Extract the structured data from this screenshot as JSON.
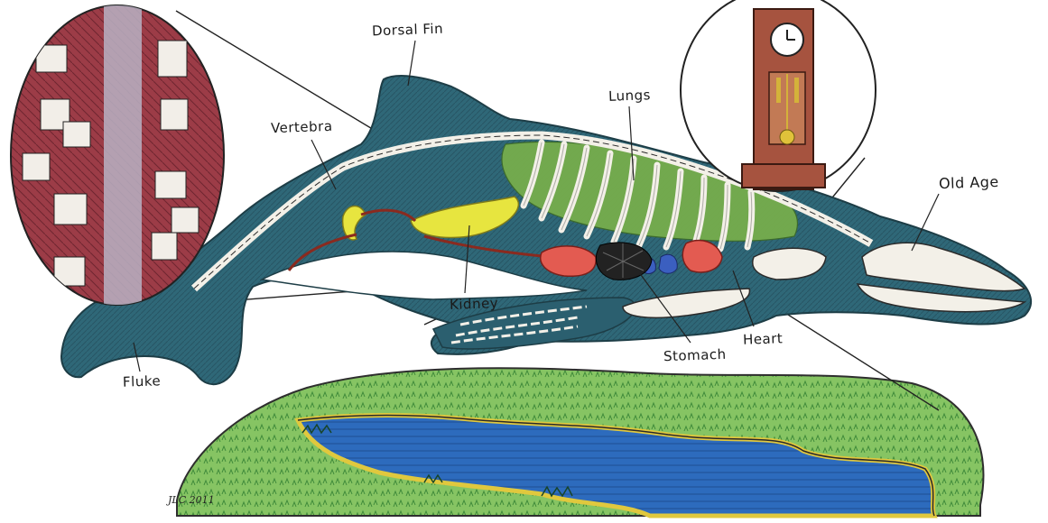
{
  "labels": {
    "dorsal_fin": "Dorsal Fin",
    "vertebra": "Vertebra",
    "lungs": "Lungs",
    "old_age": "Old Age",
    "kidney": "Kidney",
    "stomach": "Stomach",
    "heart": "Heart",
    "fluke": "Fluke"
  },
  "signature": "JLC 2011",
  "colors": {
    "whale_body": "#2f6572",
    "bones": "#f4f1ea",
    "lungs": "#79b04f",
    "kidney": "#e6e43e",
    "heart": "#e35b51",
    "stomach": "#1f1f1f",
    "island_grass": "#7dbb5b",
    "lake": "#2c6bb8",
    "shore": "#e0c83e",
    "city_bricks": "#8b2f3a",
    "clock_wood": "#9a4b3a"
  }
}
